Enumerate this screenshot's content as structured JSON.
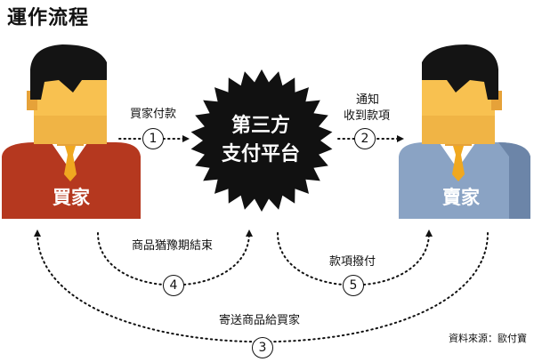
{
  "title": "運作流程",
  "buyer": {
    "label": "買家"
  },
  "seller": {
    "label": "賣家"
  },
  "platform": {
    "line1": "第三方",
    "line2": "支付平台"
  },
  "steps": [
    {
      "number": "1",
      "text": "買家付款"
    },
    {
      "number": "2",
      "line1": "通知",
      "line2": "收到款項"
    },
    {
      "number": "3",
      "text": "寄送商品給買家"
    },
    {
      "number": "4",
      "text": "商品猶豫期結束"
    },
    {
      "number": "5",
      "text": "款項撥付"
    }
  ],
  "source": "資料來源：歐付寶",
  "colors": {
    "buyer_shirt": "#b5381f",
    "seller_shirt": "#8aa3c4",
    "seller_shirt_shadow": "#6c85a8",
    "skin": "#f8c150",
    "skin_shade": "#e6a239",
    "hair": "#141414",
    "tie": "#f0a820",
    "badge": "#111111"
  }
}
